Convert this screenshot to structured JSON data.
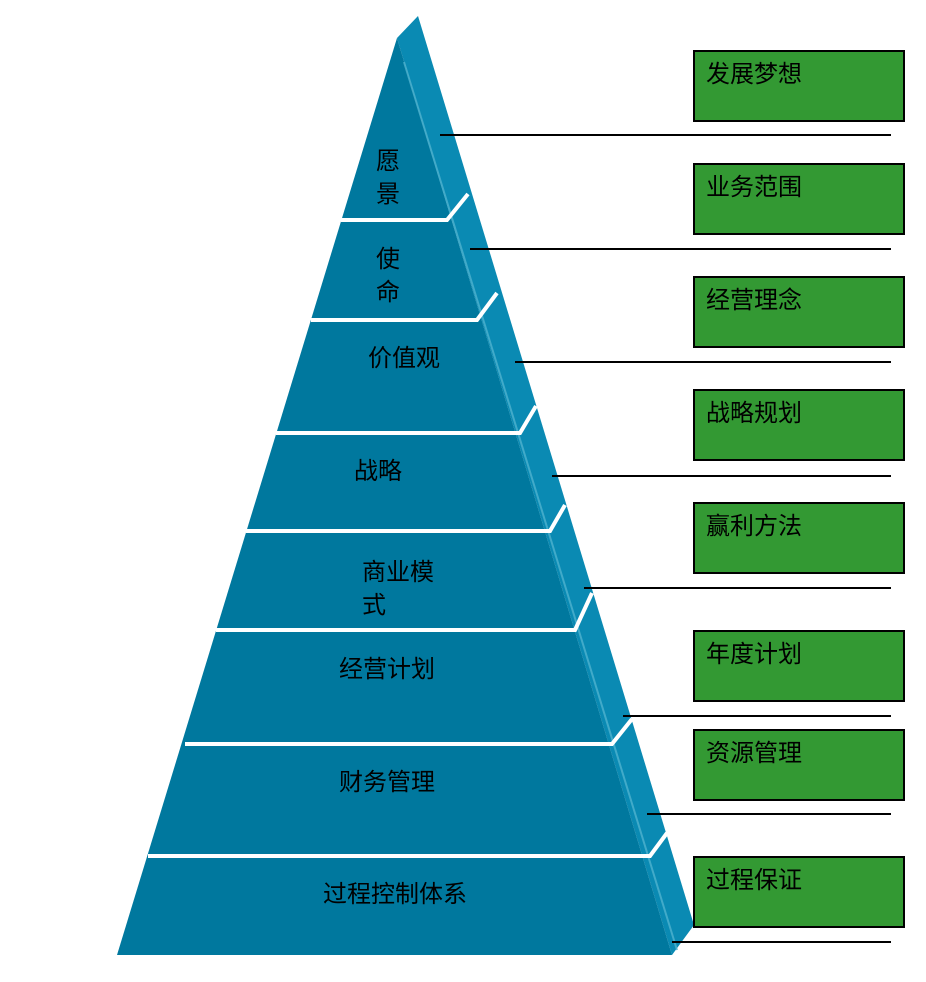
{
  "colors": {
    "front_face": "#00789E",
    "side_face": "#0A8AB3",
    "edge_highlight": "#4FB3CF",
    "divider": "#FFFFFF",
    "box_fill": "#339933",
    "box_border": "#000000",
    "connector": "#000000"
  },
  "pyramid": {
    "layers": [
      {
        "label_lines": [
          "愿",
          "景"
        ]
      },
      {
        "label_lines": [
          "使",
          "命"
        ]
      },
      {
        "label_lines": [
          "价值观"
        ]
      },
      {
        "label_lines": [
          "战略"
        ]
      },
      {
        "label_lines": [
          "商业模",
          "式"
        ]
      },
      {
        "label_lines": [
          "经营计划"
        ]
      },
      {
        "label_lines": [
          "财务管理"
        ]
      },
      {
        "label_lines": [
          "过程控制体系"
        ]
      }
    ]
  },
  "boxes": [
    {
      "label": "发展梦想"
    },
    {
      "label": "业务范围"
    },
    {
      "label": "经营理念"
    },
    {
      "label": "战略规划"
    },
    {
      "label": "赢利方法"
    },
    {
      "label": "年度计划"
    },
    {
      "label": "资源管理"
    },
    {
      "label": "过程保证"
    }
  ]
}
